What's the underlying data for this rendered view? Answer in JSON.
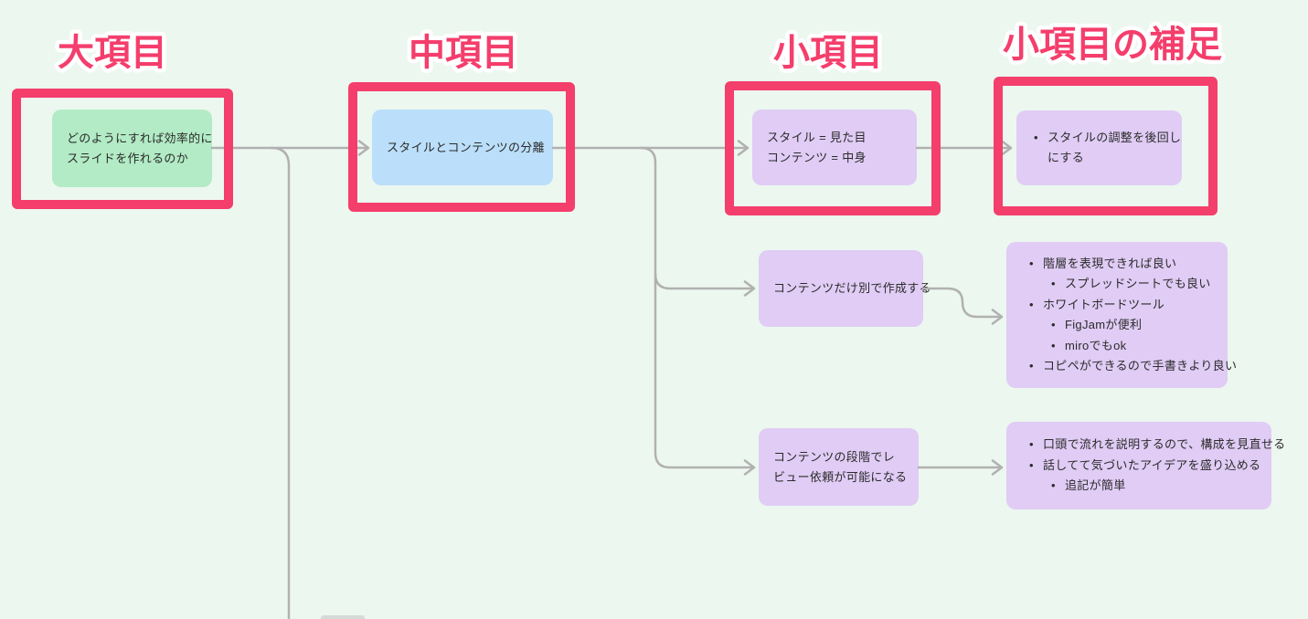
{
  "canvas": {
    "background": "#ecf7ef"
  },
  "palette": {
    "highlight_pink": "#f43e6c",
    "node_green": "#b2ebc5",
    "node_blue": "#bbdffa",
    "node_purple": "#e0ccf5",
    "connector_gray": "#b1b1b1",
    "text": "#2b2b2b"
  },
  "headers": {
    "col1": "大項目",
    "col2": "中項目",
    "col3": "小項目",
    "col4": "小項目の補足"
  },
  "nodes": {
    "root": {
      "text": "どのようにすれば効率的に\nスライドを作れるのか"
    },
    "mid": {
      "text": "スタイルとコンテンツの分離"
    },
    "sub1": {
      "text": "スタイル = 見た目\nコンテンツ = 中身"
    },
    "sub2": {
      "text": "コンテンツだけ別で作成する"
    },
    "sub3": {
      "text": "コンテンツの段階でレ\nビュー依頼が可能になる"
    },
    "sup1": {
      "items": [
        {
          "level": 1,
          "text": "スタイルの調整を後回し\nにする"
        }
      ]
    },
    "sup2": {
      "items": [
        {
          "level": 1,
          "text": "階層を表現できれば良い"
        },
        {
          "level": 2,
          "text": "スプレッドシートでも良い"
        },
        {
          "level": 1,
          "text": "ホワイトボードツール"
        },
        {
          "level": 2,
          "text": "FigJamが便利"
        },
        {
          "level": 2,
          "text": "miroでもok"
        },
        {
          "level": 1,
          "text": "コピペができるので手書きより良い"
        }
      ]
    },
    "sup3": {
      "items": [
        {
          "level": 1,
          "text": "口頭で流れを説明するので、構成を見直せる"
        },
        {
          "level": 1,
          "text": "話してて気づいたアイデアを盛り込める"
        },
        {
          "level": 2,
          "text": "追記が簡単"
        }
      ]
    }
  }
}
